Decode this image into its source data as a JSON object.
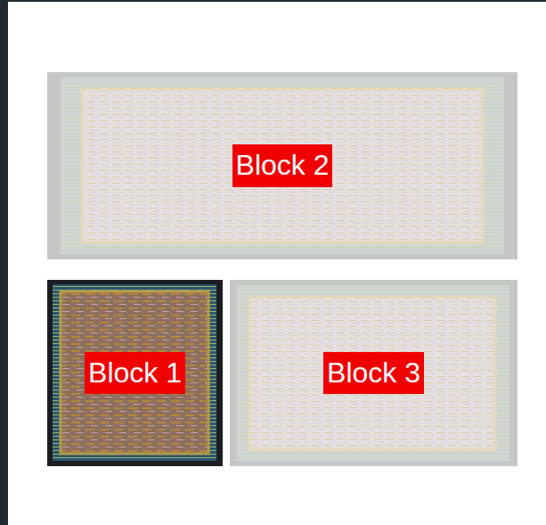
{
  "diagram": {
    "nodes": [
      {
        "text": [
          "Block 2"
        ]
      },
      {
        "text": [
          "Block 1"
        ]
      },
      {
        "text": [
          "Block 3"
        ]
      }
    ]
  }
}
